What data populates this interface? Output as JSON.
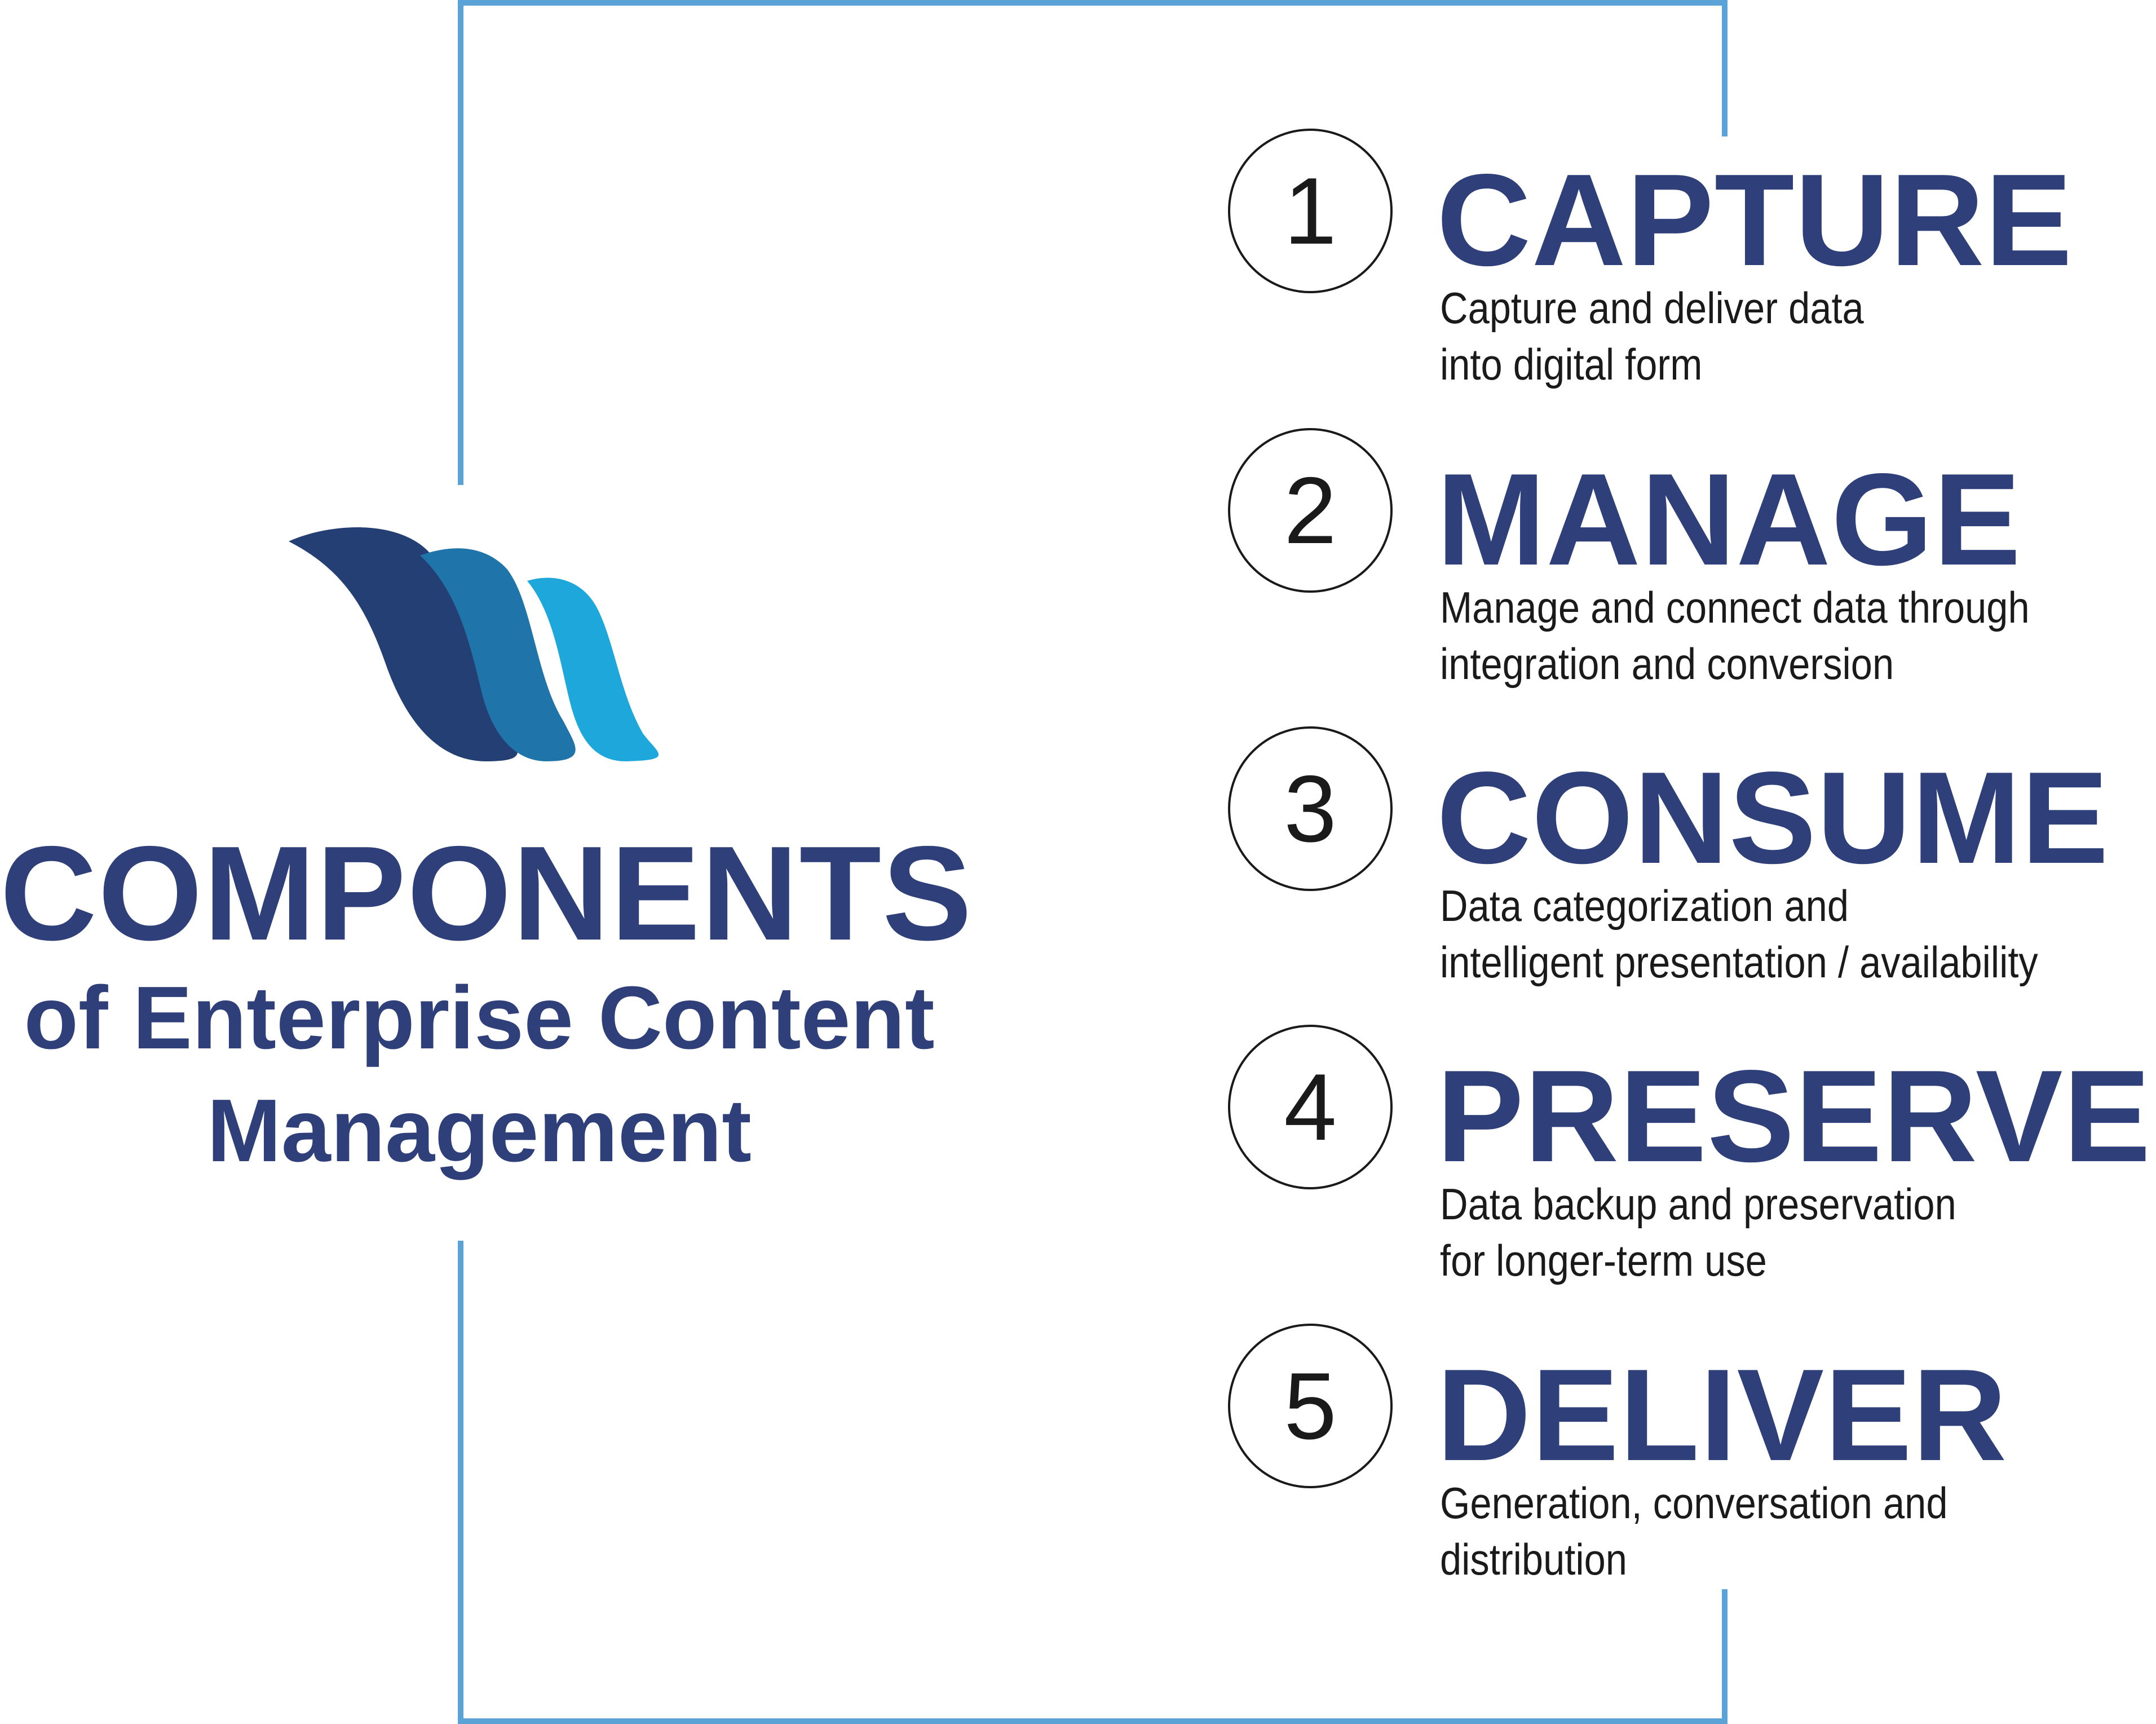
{
  "left_panel": {
    "title": "COMPONENTS",
    "subtitle_line1": "of Enterprise Content",
    "subtitle_line2": "Management",
    "logo_icon": "three-wave-logo-icon"
  },
  "steps": [
    {
      "number": "1",
      "title": "CAPTURE",
      "desc_line1": "Capture and deliver data",
      "desc_line2": "into digital form"
    },
    {
      "number": "2",
      "title": "MANAGE",
      "desc_line1": "Manage and connect data through",
      "desc_line2": "integration and conversion"
    },
    {
      "number": "3",
      "title": "CONSUME",
      "desc_line1": "Data categorization and",
      "desc_line2": "intelligent presentation / availability"
    },
    {
      "number": "4",
      "title": "PRESERVE",
      "desc_line1": "Data backup and preservation",
      "desc_line2": "for longer-term use"
    },
    {
      "number": "5",
      "title": "DELIVER",
      "desc_line1": "Generation, conversation and",
      "desc_line2": "distribution"
    }
  ],
  "colors": {
    "title_navy": "#2e3f79",
    "frame_blue": "#5ba3d6",
    "logo_dark": "#233f73",
    "logo_mid": "#1f75a9",
    "logo_light": "#1da7db",
    "text_dark": "#1a1a1a"
  }
}
